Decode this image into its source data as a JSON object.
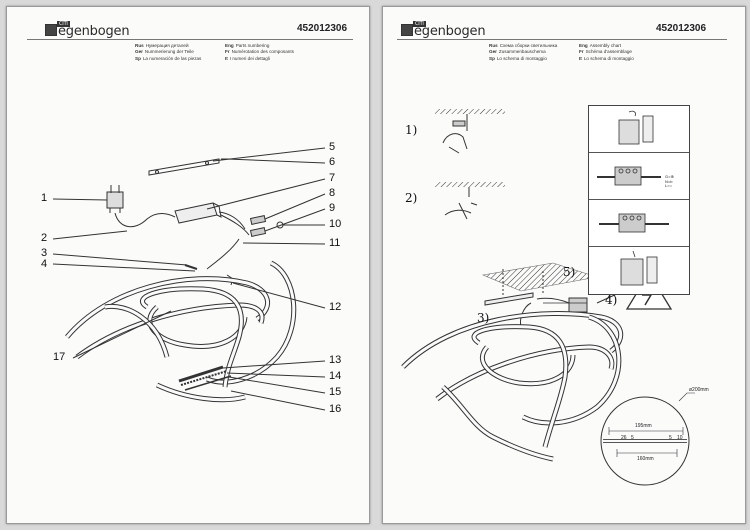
{
  "left_page": {
    "brand": "egenbogen",
    "brand_superscript": "CITI",
    "article_number": "452012306",
    "lang_col1": [
      {
        "code": "Rus",
        "text": "Нумерация деталей"
      },
      {
        "code": "Ger",
        "text": "Nummerierung der Teile"
      },
      {
        "code": "Sp",
        "text": "La numeración de las piezas"
      }
    ],
    "lang_col2": [
      {
        "code": "Eng",
        "text": "Parts numbering"
      },
      {
        "code": "Fr",
        "text": "Numérotation des composants"
      },
      {
        "code": "It",
        "text": "I numeri dei dettagli"
      }
    ],
    "callouts": [
      "1",
      "2",
      "3",
      "4",
      "5",
      "6",
      "7",
      "8",
      "9",
      "10",
      "11",
      "12",
      "13",
      "14",
      "15",
      "16",
      "17"
    ]
  },
  "right_page": {
    "brand": "egenbogen",
    "brand_superscript": "CITI",
    "article_number": "452012306",
    "lang_col1": [
      {
        "code": "Rus",
        "text": "Схема сборки светильника"
      },
      {
        "code": "Ger",
        "text": "Zusammenbauschema"
      },
      {
        "code": "Sp",
        "text": "Lo schema di montaggio"
      }
    ],
    "lang_col2": [
      {
        "code": "Eng",
        "text": "Assembly chart"
      },
      {
        "code": "Fr",
        "text": "Schéma d'assemblage"
      },
      {
        "code": "It",
        "text": "Lo schema di montaggio"
      }
    ],
    "steps": [
      "1)",
      "2)",
      "3)",
      "4)",
      "5)"
    ],
    "wire_legend": [
      "G=⊕",
      "N=b",
      "L=○"
    ],
    "dims": {
      "diameter": "ø200mm",
      "top": "195mm",
      "a": "26",
      "b": "5",
      "c": "5",
      "d": "10",
      "bottom": "160mm"
    }
  },
  "colors": {
    "paper": "#fbfbfa",
    "ink": "#222222",
    "background": "#d9d9d9"
  }
}
